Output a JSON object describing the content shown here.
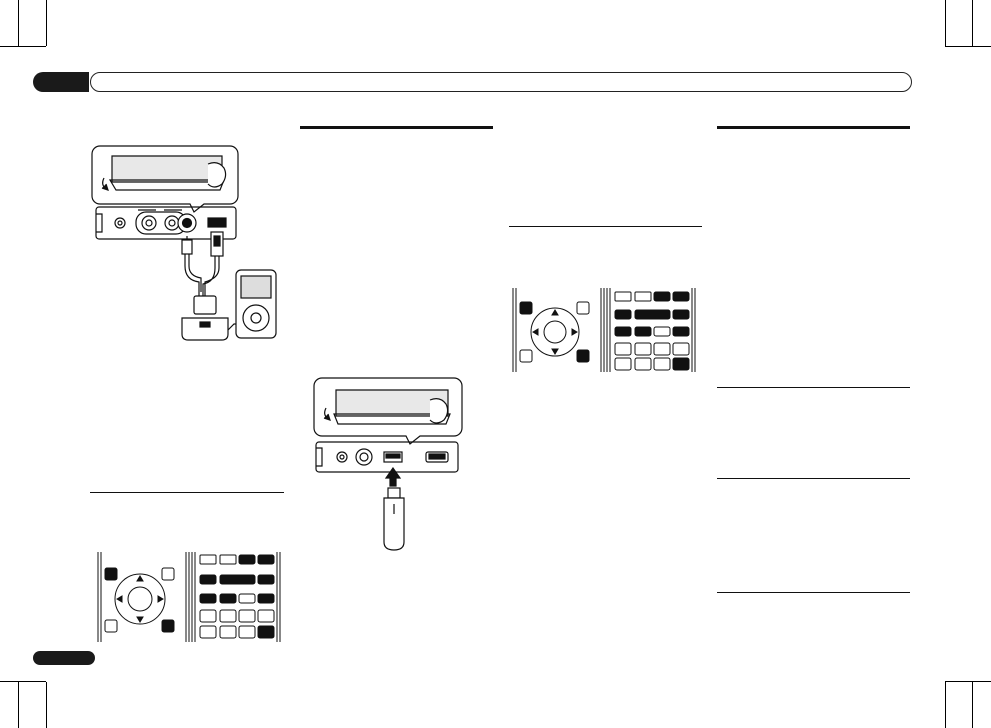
{
  "page": {
    "header_text": "",
    "page_number": ""
  },
  "figures": {
    "ipod_connection": {
      "name": "ipod-connection-illustration"
    },
    "usb_connection": {
      "name": "usb-connection-illustration"
    },
    "remote_1": {
      "name": "remote-control-illustration"
    },
    "remote_2": {
      "name": "remote-control-illustration"
    }
  },
  "colors": {
    "ink": "#111111",
    "tab": "#1a1a1a",
    "paper": "#ffffff",
    "fill_light": "#e8e8e8"
  }
}
